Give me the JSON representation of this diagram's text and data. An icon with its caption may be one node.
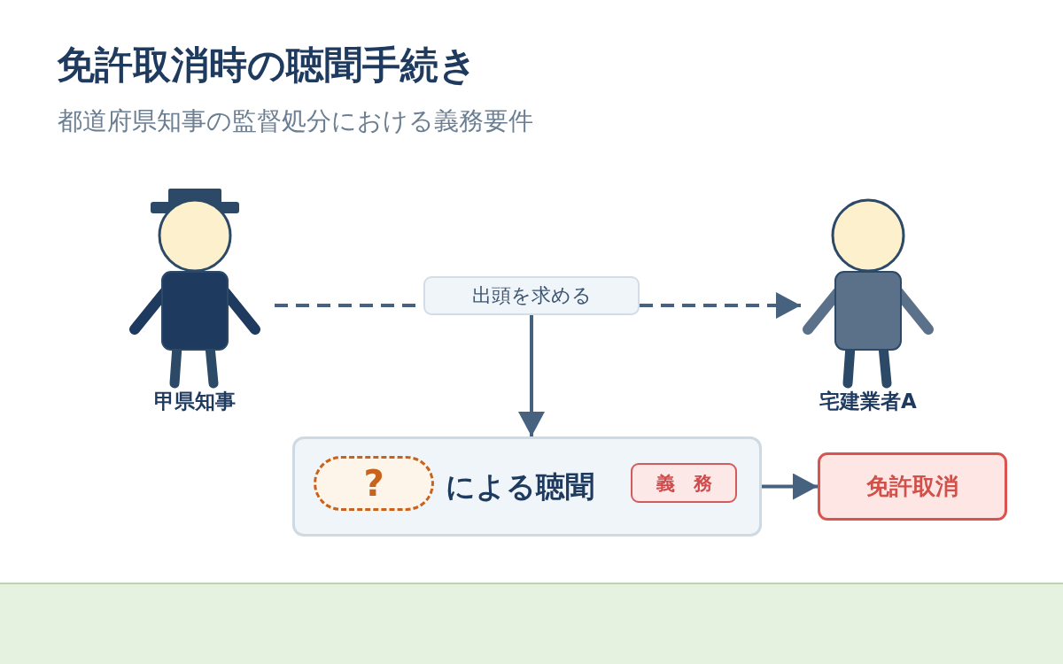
{
  "diagram": {
    "title": "免許取消時の聴聞手続き",
    "nodes": [
      {
        "text": [
          "甲県知事"
        ]
      },
      {
        "text": [
          "出頭を求める"
        ]
      },
      {
        "text": [
          "宅建業者A"
        ]
      },
      {
        "text": [
          "による聴聞"
        ]
      },
      {
        "text": [
          "?"
        ],
        "in": 3
      },
      {
        "text": [
          "義　務"
        ],
        "in": 3
      },
      {
        "text": [
          "免許取消"
        ]
      }
    ],
    "edges": [
      {
        "from": 0,
        "to": 1,
        "arrow": "none",
        "style": "dashed"
      },
      {
        "from": 1,
        "to": 2,
        "arrow": "to",
        "style": "dashed"
      },
      {
        "from": 1,
        "to": 3,
        "arrow": "to"
      },
      {
        "from": 3,
        "to": 6,
        "arrow": "to"
      }
    ],
    "labels": [
      "都道府県知事の監督処分における義務要件"
    ]
  }
}
